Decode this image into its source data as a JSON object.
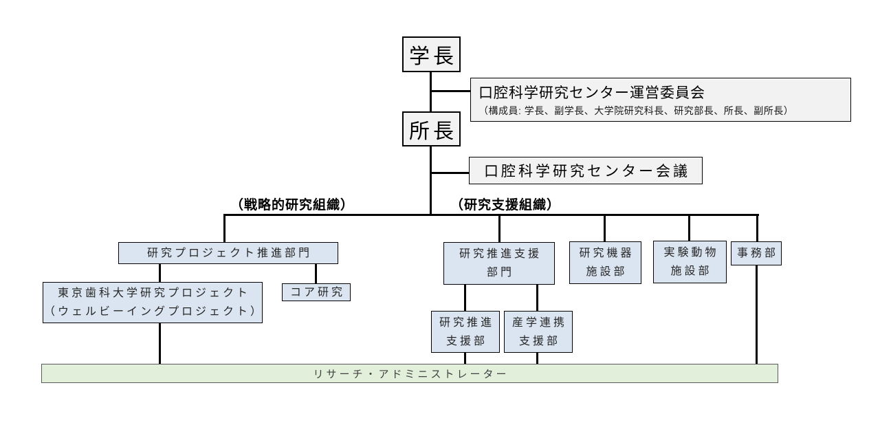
{
  "diagram": {
    "president": "学長",
    "director": "所長",
    "steering_committee": {
      "title": "口腔科学研究センター運営委員会",
      "members": "（構成員: 学長、副学長、大学院研究科長、研究部長、所長、副所長）"
    },
    "center_meeting": "口腔科学研究センター会議",
    "group_labels": {
      "strategic": "（戦略的研究組織）",
      "support": "（研究支援組織）"
    },
    "strategic_org": {
      "project_promotion_division": "研究プロジェクト推進部門",
      "tdc_project_line1": "東京歯科大学研究プロジェクト",
      "tdc_project_line2": "（ウェルビーイングプロジェクト）",
      "core_research": "コア研究"
    },
    "support_org": {
      "research_support_division_line1": "研究推進支援",
      "research_support_division_line2": "部門",
      "equipment_dept_line1": "研究機器",
      "equipment_dept_line2": "施設部",
      "animal_dept_line1": "実験動物",
      "animal_dept_line2": "施設部",
      "admin_dept": "事務部",
      "research_promotion_dept_line1": "研究推進",
      "research_promotion_dept_line2": "支援部",
      "industry_academia_dept_line1": "産学連携",
      "industry_academia_dept_line2": "支援部"
    },
    "research_administrator": "リサーチ・アドミニストレーター"
  },
  "colors": {
    "box_gray_fill": "#f2f2f2",
    "box_blue_fill": "#dbe5f1",
    "bar_green_fill": "#e2efda",
    "line_color": "#000000"
  }
}
